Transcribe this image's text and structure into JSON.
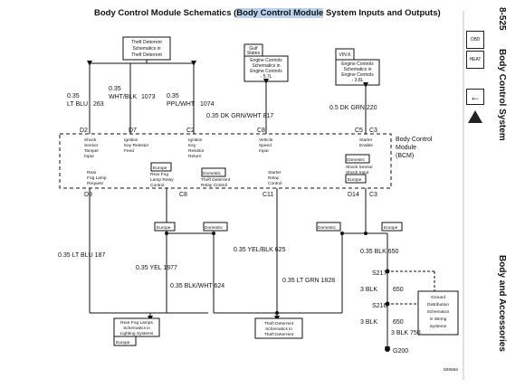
{
  "header": {
    "title_pre": "Body Control Module Schematics (",
    "title_hl": "Body Control Module",
    "title_post": " System Inputs and Outputs)"
  },
  "sidebar": {
    "page_num": "8-525",
    "section": "Body Control System",
    "bottom": "Body and Accessories",
    "icon1": "OBD",
    "icon2": "HEAT",
    "arrow": "←"
  },
  "top_boxes": {
    "theft": [
      "Theft Deterrent",
      "Schematics in",
      "Theft Deterrent"
    ],
    "gulf": [
      "Gulf",
      "States"
    ],
    "eng57": [
      "Engine Controls",
      "Schematics in",
      "Engine Controls",
      "- 5.7L"
    ],
    "vin": "VIN K",
    "eng38": [
      "Engine Controls",
      "Schematics in",
      "Engine Controls",
      "- 3.8L"
    ]
  },
  "wires_top": {
    "w263": [
      "0.35",
      "LT BLU",
      "263"
    ],
    "w1073": [
      "0.35",
      "WHT/BLK",
      "1073"
    ],
    "w1074": [
      "0.35",
      "PPL/WHT",
      "1074"
    ],
    "w817": "0.35 DK GRN/WHT  817",
    "w220": "0.5 DK GRN  220"
  },
  "pins_top": [
    "D2",
    "D7",
    "C2",
    "C8",
    "C5",
    "C3"
  ],
  "pins_bot": [
    "D9",
    "C8",
    "C11",
    "D14",
    "C3"
  ],
  "module": {
    "label": [
      "Body Control",
      "Module",
      "(BCM)"
    ],
    "inputs": [
      [
        "Shock",
        "Sensor",
        "Tamper",
        "Input"
      ],
      [
        "Ignition",
        "Key Resistor",
        "Feed"
      ],
      [
        "Ignition",
        "Key",
        "Resistor",
        "Return"
      ],
      [
        "Vehicle",
        "Speed",
        "Input"
      ],
      [
        "Starter",
        "Enable"
      ]
    ],
    "outputs": [
      [
        "Rear",
        "Fog Lamp",
        "Request"
      ],
      [
        "Rear Fog",
        "Lamp Relay",
        "Control"
      ],
      [
        "Theft Deterrent",
        "Relay Control"
      ],
      [
        "Starter",
        "Relay",
        "Control"
      ],
      [
        "Shock Sensor",
        "Shock Input"
      ]
    ],
    "tags": {
      "europe": "Europe",
      "domestic": "Domestic"
    }
  },
  "wires_bot": {
    "w187": "0.35 LT BLU  187",
    "w1977": "0.35 YEL  1977",
    "w624": "0.35 BLK/WHT  624",
    "w625": "0.35 YEL/BLK  625",
    "w1828": "0.35 LT GRN  1828",
    "w650a": "0.35 BLK  650",
    "w650b": [
      "3 BLK",
      "650"
    ],
    "w650c": [
      "3 BLK",
      "650"
    ],
    "w750": "3 BLK  750"
  },
  "splices": {
    "s217": "S217",
    "s216": "S216",
    "g200": "G200"
  },
  "bottom_boxes": {
    "fog": [
      "Rear Fog Lamps",
      "Schematics in",
      "Lighting Systems"
    ],
    "theft2": [
      "Theft Deterrent",
      "Schematics in",
      "Theft Deterrent"
    ],
    "ground": [
      "Ground",
      "Distribution",
      "Schematics",
      "in Wiring",
      "Systems"
    ]
  },
  "figure_id": "506566"
}
